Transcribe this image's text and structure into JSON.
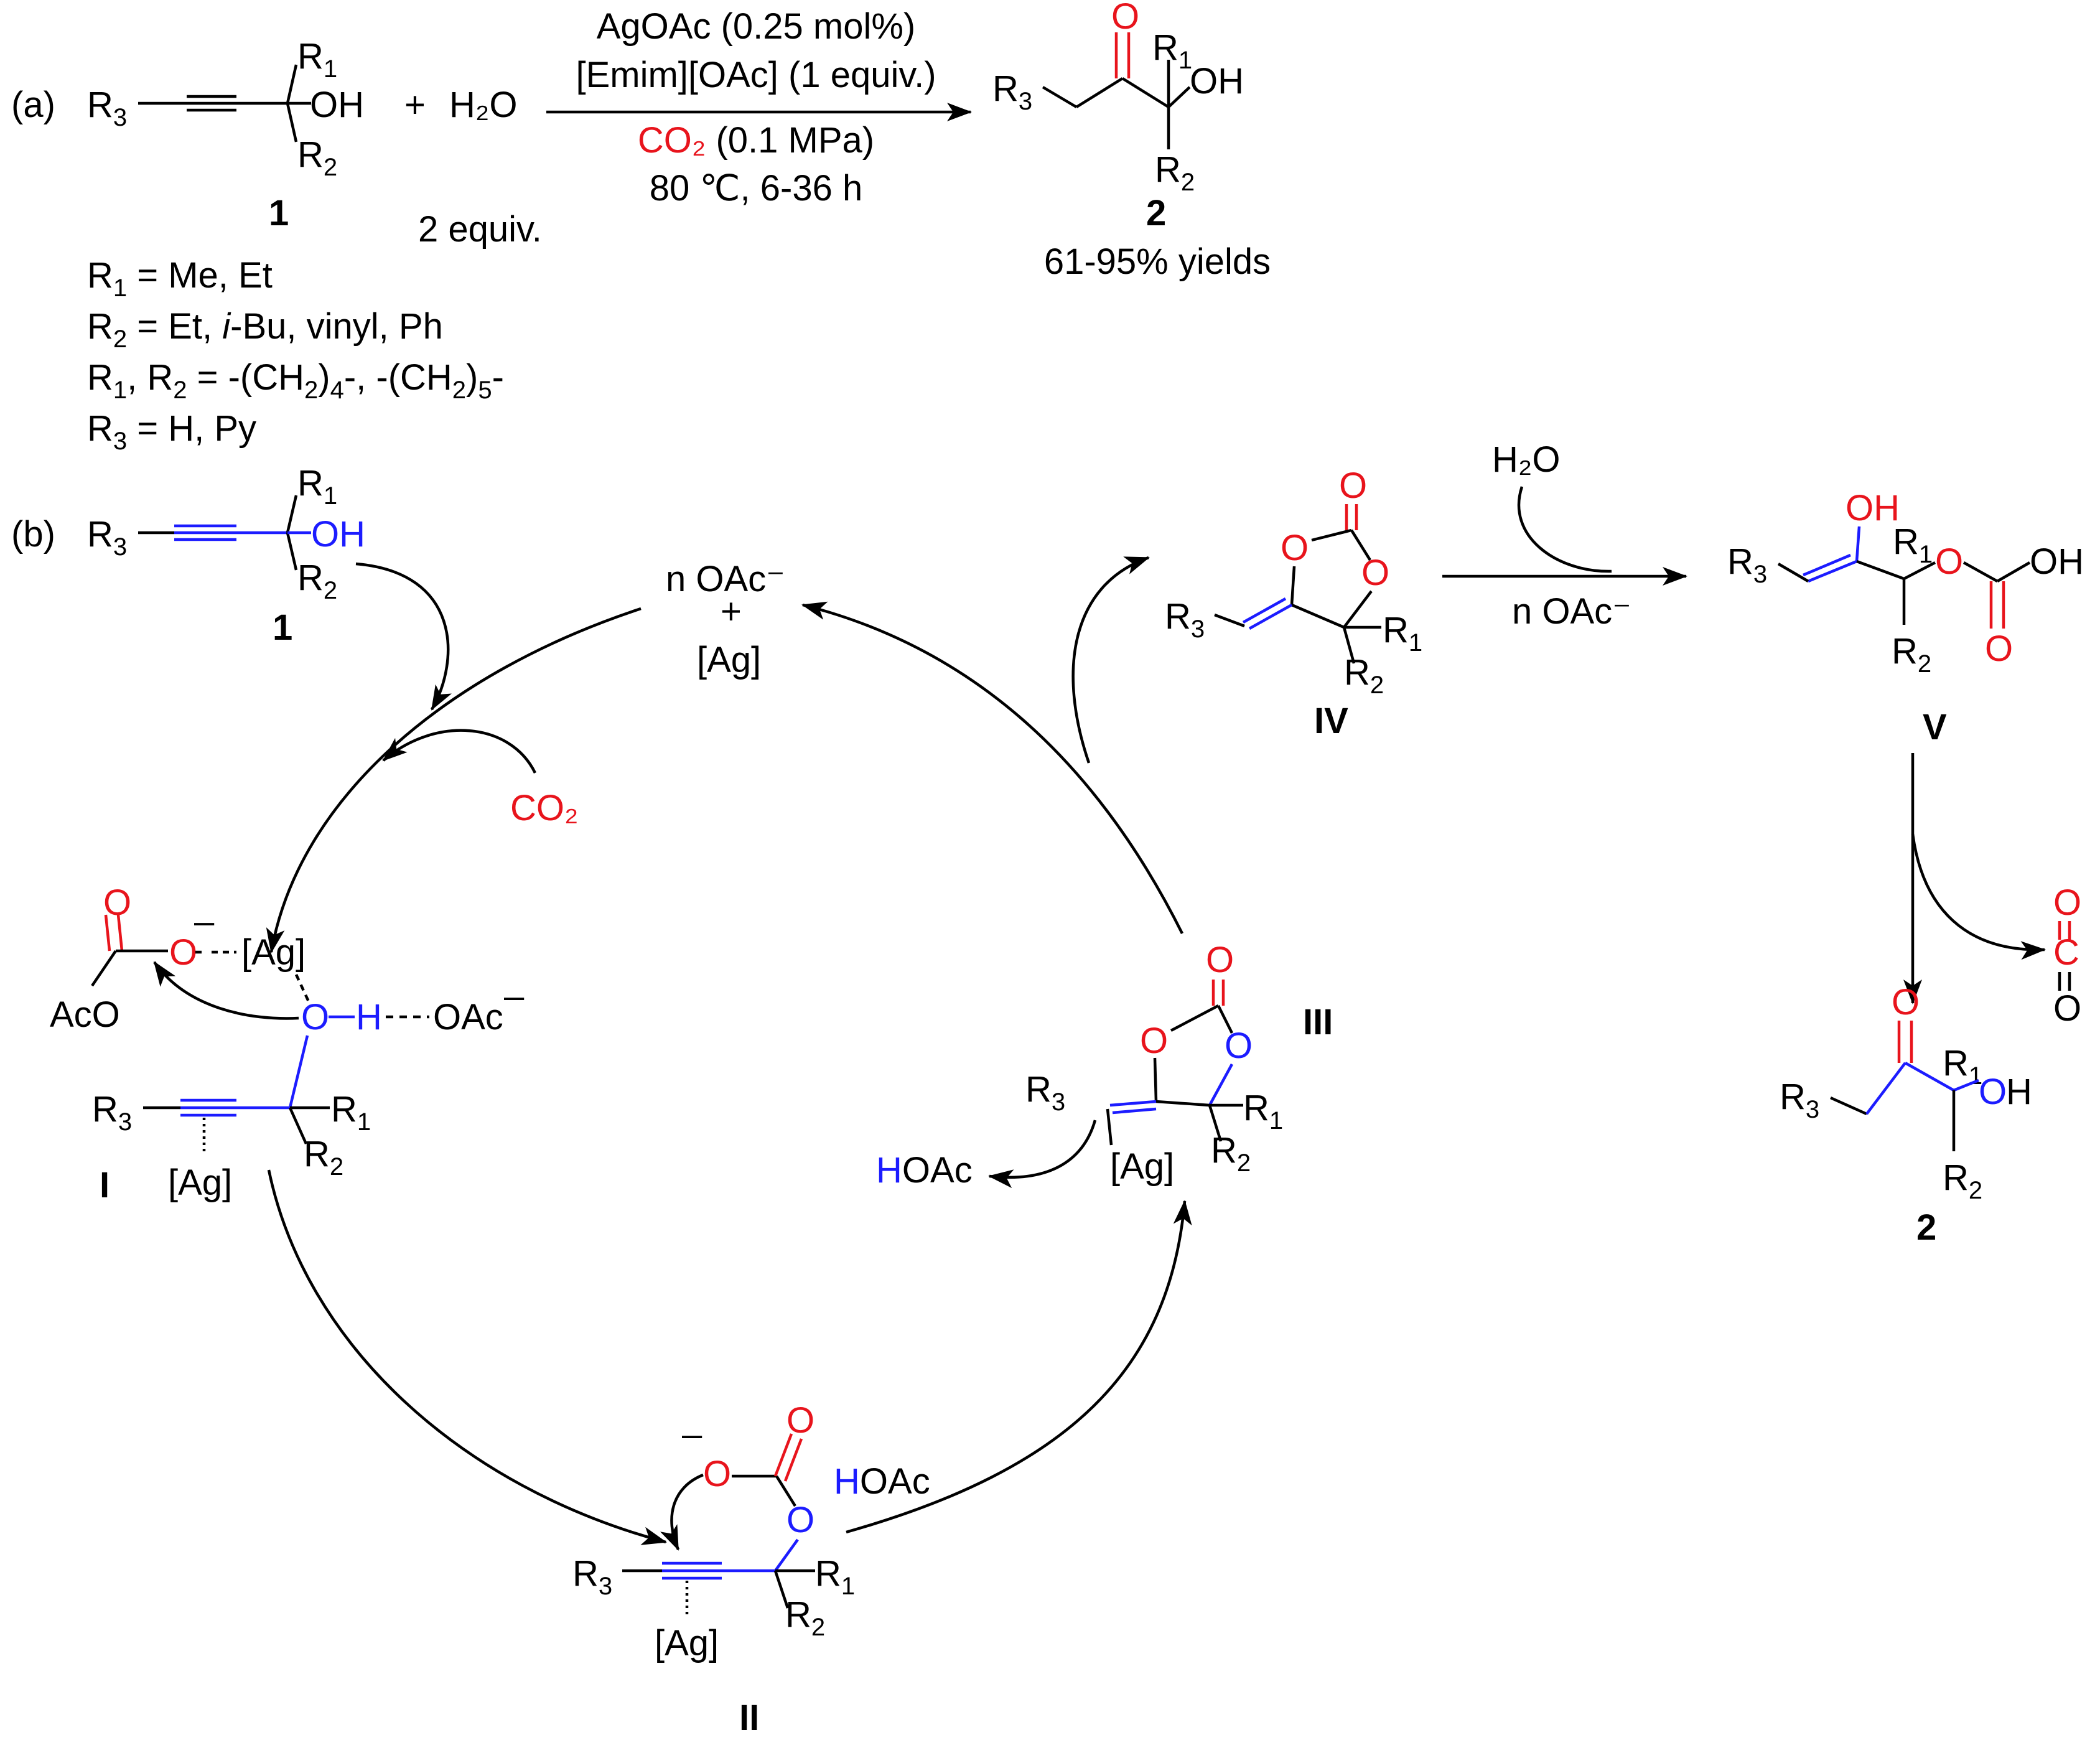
{
  "panel_a": {
    "tag": "(a)",
    "plus": "+",
    "water": "H₂O",
    "water_equiv": "2 equiv.",
    "reactant_label": "1",
    "conditions": {
      "line1": "AgOAc (0.25 mol%)",
      "line2": "[Emim][OAc] (1 equiv.)",
      "co2": "CO₂",
      "line3_rest": " (0.1 MPa)",
      "line4": "80 ℃, 6-36 h"
    },
    "product_label": "2",
    "yield": "61-95% yields",
    "substituents": [
      "R₁ = Me, Et",
      "R₂ = Et, i-Bu, vinyl, Ph",
      "R₁, R₂ = -(CH₂)₄-, -(CH₂)₅-",
      "R₃ = H, Py"
    ]
  },
  "panel_b": {
    "tag": "(b)",
    "reactant_label": "1",
    "catalyst_top": "n OAc⁻",
    "catalyst_plus": "+",
    "catalyst_ag": "[Ag]",
    "co2": "CO₂",
    "hoac": "HOAc",
    "water": "H₂O",
    "n_oac": "n OAc⁻",
    "intermediates": {
      "I": "I",
      "II": "II",
      "III": "III",
      "IV": "IV",
      "V": "V"
    },
    "product_label": "2"
  },
  "colors": {
    "oxygen_red": "#e8141c",
    "alkyne_blue": "#1c1cff",
    "bond_black": "#000000"
  }
}
